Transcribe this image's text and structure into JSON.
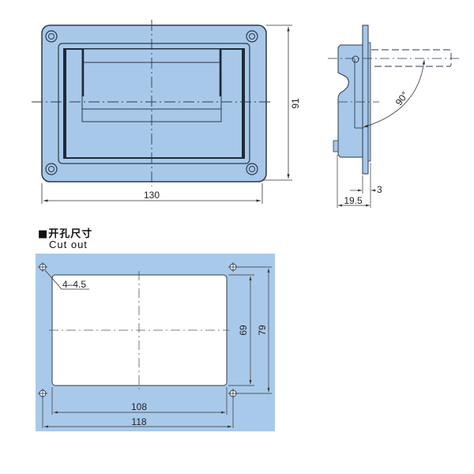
{
  "colors": {
    "fill": "#a8c8ea",
    "stroke": "#2b3a4a",
    "dim": "#333333",
    "cutout_bg": "#a9c9ea",
    "cutout_hole": "#ffffff"
  },
  "front_view": {
    "width_label": "130",
    "height_label": "91"
  },
  "side_view": {
    "angle_label": "90°",
    "thickness_label": "3",
    "depth_label": "19.5"
  },
  "cutout": {
    "title": "■开孔尺寸",
    "subtitle": "Cut out",
    "hole_label": "4–4.5",
    "inner_width_label": "108",
    "outer_width_label": "118",
    "inner_height_label": "69",
    "outer_height_label": "79"
  }
}
